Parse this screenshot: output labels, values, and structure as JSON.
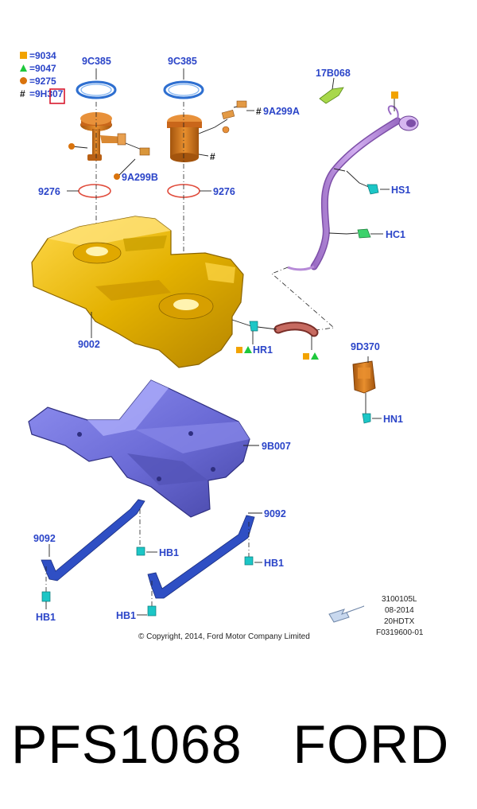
{
  "legend": [
    {
      "symbol": "square",
      "color": "#f2a300",
      "text": "=9034"
    },
    {
      "symbol": "triangle",
      "color": "#1ec83c",
      "text": "=9047"
    },
    {
      "symbol": "circle",
      "color": "#d9730d",
      "text": "=9275"
    },
    {
      "symbol": "hash",
      "hash": "#",
      "text": "=9H307"
    }
  ],
  "callouts": {
    "c_9c385_left": "9C385",
    "c_9c385_right": "9C385",
    "c_17b068": "17B068",
    "c_9a299a": "9A299A",
    "c_9a299a_hash": "#",
    "c_9a299b": "9A299B",
    "c_9276_left": "9276",
    "c_9276_right": "9276",
    "c_hs1": "HS1",
    "c_hc1": "HC1",
    "c_hr1": "HR1",
    "c_9002": "9002",
    "c_9d370": "9D370",
    "c_hn1": "HN1",
    "c_9b007": "9B007",
    "c_9092_left": "9092",
    "c_9092_right": "9092",
    "c_hb1_a": "HB1",
    "c_hb1_b": "HB1",
    "c_hb1_c": "HB1",
    "c_hb1_d": "HB1",
    "c_pump_hash": "#"
  },
  "part_info": [
    "3100105L",
    "08-2014",
    "20HDTX",
    "F0319600-01"
  ],
  "copyright": "© Copyright, 2014, Ford Motor Company Limited",
  "caption": {
    "part_number": "PFS1068",
    "brand": "FORD"
  },
  "colors": {
    "callout_blue": "#2a44c8",
    "tank_gold": "#e3b100",
    "shield_purple": "#6b6bd6",
    "filler_violet": "#b78bd8",
    "strap_blue": "#2f4fc4",
    "pump_orange": "#d2731a",
    "clip_cyan": "#1cc6c6",
    "grommet_green": "#9ad43a",
    "hose_red": "#b85a52"
  }
}
